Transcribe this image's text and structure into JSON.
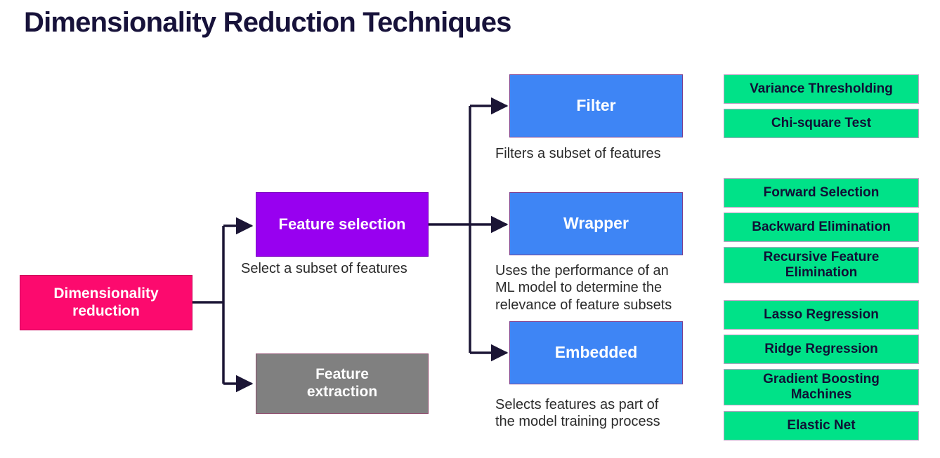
{
  "page": {
    "title": "Dimensionality Reduction Techniques",
    "background_color": "#ffffff",
    "title_color": "#17123a"
  },
  "colors": {
    "root": "#fc0a6e",
    "feature_selection": "#9800f0",
    "feature_extraction": "#808080",
    "method": "#3e85f5",
    "technique_chip": "#00e288",
    "connector": "#1b1535",
    "caption_text": "#2b2b2b",
    "chip_text": "#101035"
  },
  "diagram": {
    "type": "tree",
    "root": {
      "label": "Dimensionality\nreduction"
    },
    "branches": [
      {
        "id": "feature-selection",
        "label": "Feature selection",
        "caption": "Select a subset of features",
        "methods": [
          {
            "id": "filter",
            "label": "Filter",
            "caption": "Filters a subset of features",
            "techniques": [
              "Variance Thresholding",
              "Chi-square Test"
            ]
          },
          {
            "id": "wrapper",
            "label": "Wrapper",
            "caption": "Uses the performance of an\nML model to determine the\nrelevance of feature subsets",
            "techniques": [
              "Forward Selection",
              "Backward Elimination",
              "Recursive Feature\nElimination"
            ]
          },
          {
            "id": "embedded",
            "label": "Embedded",
            "caption": "Selects features as part of\nthe model training process",
            "techniques": [
              "Lasso Regression",
              "Ridge Regression",
              "Gradient Boosting\nMachines",
              "Elastic Net"
            ]
          }
        ]
      },
      {
        "id": "feature-extraction",
        "label": "Feature\nextraction",
        "caption": "",
        "methods": []
      }
    ]
  }
}
